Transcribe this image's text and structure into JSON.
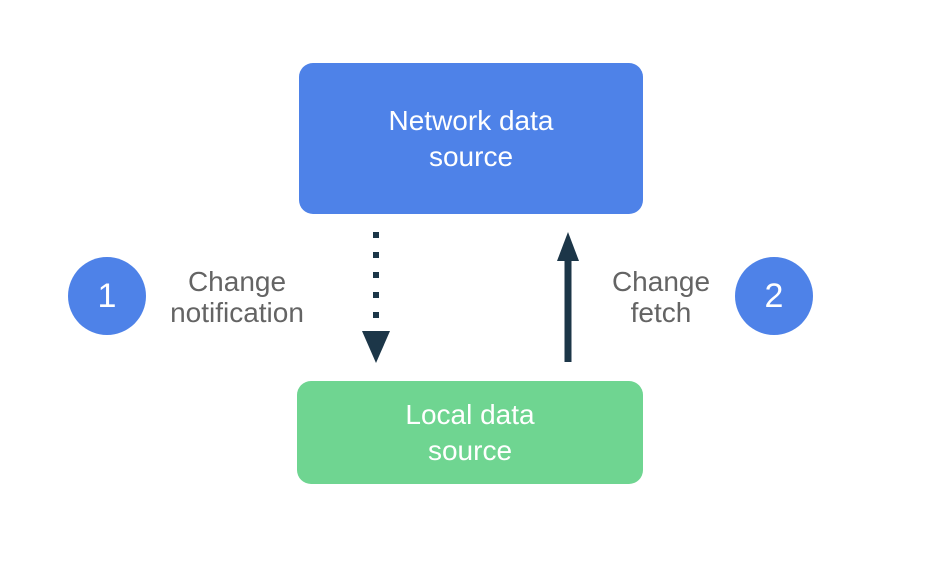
{
  "colors": {
    "box_blue": "#4e82e8",
    "box_green": "#6fd591",
    "arrow_dark": "#1c3648",
    "label_gray": "#646464",
    "text_white": "#ffffff"
  },
  "diagram": {
    "network_box": {
      "label": "Network data\nsource"
    },
    "local_box": {
      "label": "Local data\nsource"
    },
    "steps": [
      {
        "number": "1",
        "label": "Change\nnotification",
        "arrow_style": "dotted",
        "arrow_direction": "down"
      },
      {
        "number": "2",
        "label": "Change\nfetch",
        "arrow_style": "solid",
        "arrow_direction": "up"
      }
    ]
  }
}
